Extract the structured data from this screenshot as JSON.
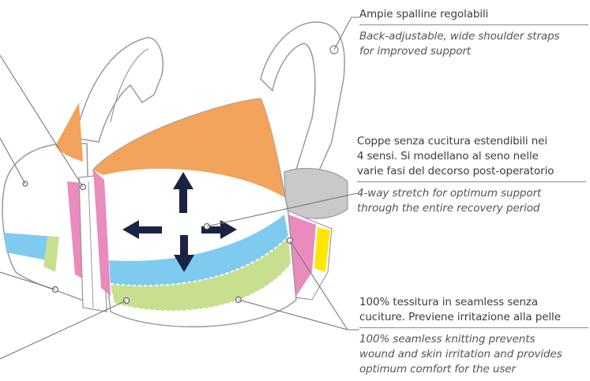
{
  "callouts": [
    {
      "italian": "Ampie spalline regolabili",
      "english": "Back-adjustable, wide shoulder straps\nfor improved support"
    },
    {
      "italian": "Coppe senza cucitura estendibili nei\n4 sensi. Si modellano al seno nelle\nvarie fasi del decorso post-operatorio",
      "english": "4-way stretch for optimum support\nthrough the entire recovery period"
    },
    {
      "italian": "100% tessitura in seamless senza\ncuciture. Previene irritazione alla pelle",
      "english": "100% seamless knitting prevents\nwound and skin irritation and provides\noptimum comfort for the user"
    }
  ],
  "colors": {
    "orange": "#f2a35c",
    "pink": "#e98bbd",
    "blue": "#7ecbef",
    "green": "#c8df8f",
    "yellow": "#ffe600",
    "gray": "#c9c9c9",
    "arrow": "#1b2344",
    "outline": "#9a9a9a"
  },
  "icons": [
    "stretch-arrows-icon"
  ]
}
